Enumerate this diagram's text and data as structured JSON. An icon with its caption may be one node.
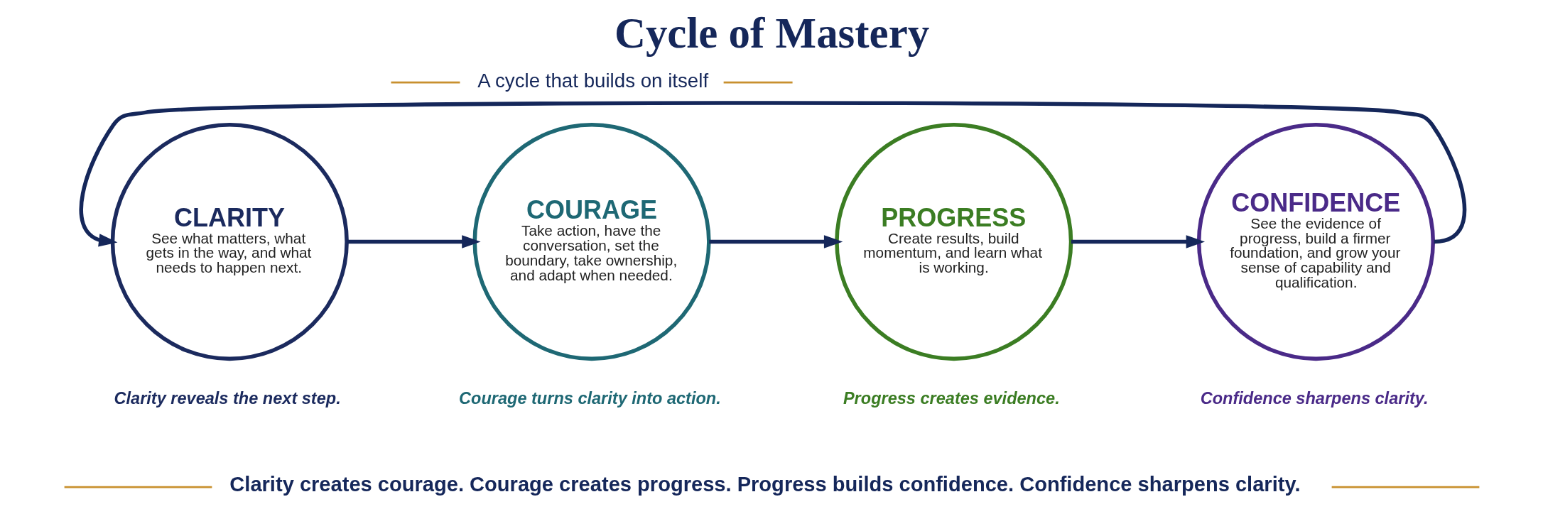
{
  "diagram": {
    "title": "Cycle of Mastery",
    "caption": "Clarity creates courage. Courage creates progress. Progress builds confidence. Confidence sharpens clarity.",
    "nodes": [
      {
        "text": [
          "CLARITY",
          "See what matters, what gets in the way, and what needs to happen next."
        ],
        "beside": [
          "Clarity reveals the next step."
        ]
      },
      {
        "text": [
          "COURAGE",
          "Take action, have the conversation, set the boundary, take ownership, and adapt when needed."
        ],
        "beside": [
          "Courage turns clarity into action."
        ]
      },
      {
        "text": [
          "PROGRESS",
          "Create results, build momentum, and learn what is working."
        ],
        "beside": [
          "Progress creates evidence."
        ]
      },
      {
        "text": [
          "CONFIDENCE",
          "See the evidence of progress, build a firmer foundation, and grow your sense of capability and qualification."
        ],
        "beside": [
          "Confidence sharpens clarity."
        ]
      }
    ],
    "edges": [
      {
        "from": 0,
        "to": 1,
        "arrow": "to"
      },
      {
        "from": 1,
        "to": 2,
        "arrow": "to"
      },
      {
        "from": 2,
        "to": 3,
        "arrow": "to"
      },
      {
        "from": 3,
        "to": 0,
        "arrow": "to"
      }
    ],
    "labels": [
      "A cycle that builds on itself"
    ]
  }
}
